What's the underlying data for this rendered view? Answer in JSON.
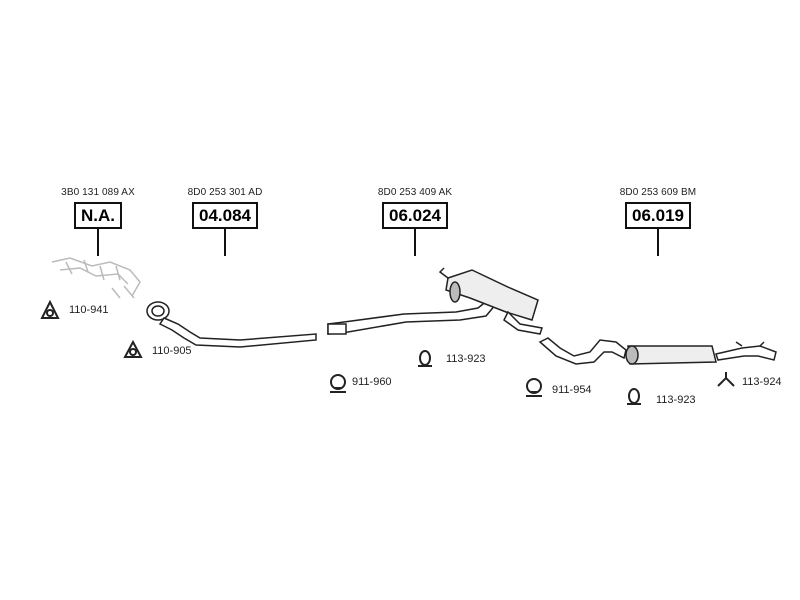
{
  "groups": [
    {
      "oem": "3B0 131 089 AX",
      "part": "N.A."
    },
    {
      "oem": "8D0 253 301 AD",
      "part": "04.084"
    },
    {
      "oem": "8D0 253 409 AK",
      "part": "06.024"
    },
    {
      "oem": "8D0 253 609 BM",
      "part": "06.019"
    }
  ],
  "accessories": [
    {
      "code": "110-941",
      "icon": "gasket-icon"
    },
    {
      "code": "110-905",
      "icon": "gasket-icon"
    },
    {
      "code": "911-960",
      "icon": "clamp-icon"
    },
    {
      "code": "113-923",
      "icon": "rubber-hanger-icon"
    },
    {
      "code": "911-954",
      "icon": "clamp-icon"
    },
    {
      "code": "113-923",
      "icon": "rubber-hanger-icon"
    },
    {
      "code": "113-924",
      "icon": "hanger-bracket-icon"
    }
  ]
}
